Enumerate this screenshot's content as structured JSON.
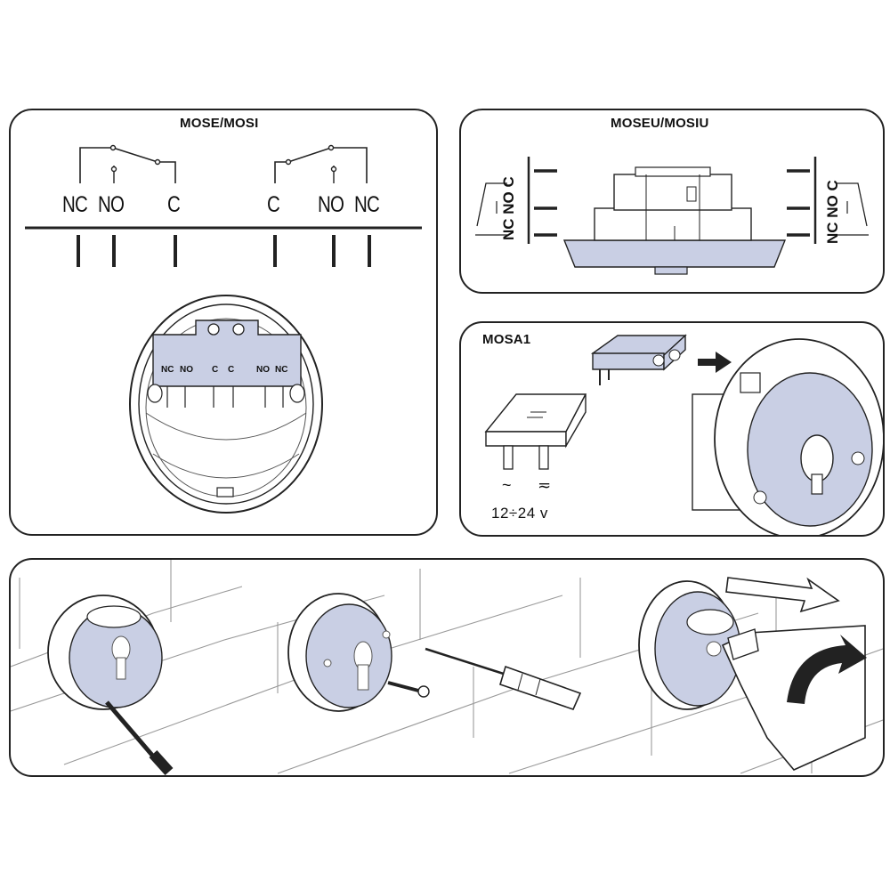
{
  "panels": {
    "mose": {
      "title": "MOSE/MOSI",
      "left_terminals": [
        "NC",
        "NO",
        "C"
      ],
      "right_terminals": [
        "C",
        "NO",
        "NC"
      ],
      "board_labels": [
        "NC",
        "NO",
        "C",
        "C",
        "NO",
        "NC"
      ]
    },
    "moseu": {
      "title": "MOSEU/MOSIU",
      "left_terminals": "NC NO  C",
      "right_terminals": "NC NO  C"
    },
    "mosa1": {
      "title": "MOSA1",
      "ac_symbol": "~",
      "dc_symbol": "≂",
      "voltage": "12÷24 v"
    }
  },
  "colors": {
    "line": "#222222",
    "fill_blue": "#c9cfe4",
    "wall": "#9a9a9a"
  }
}
